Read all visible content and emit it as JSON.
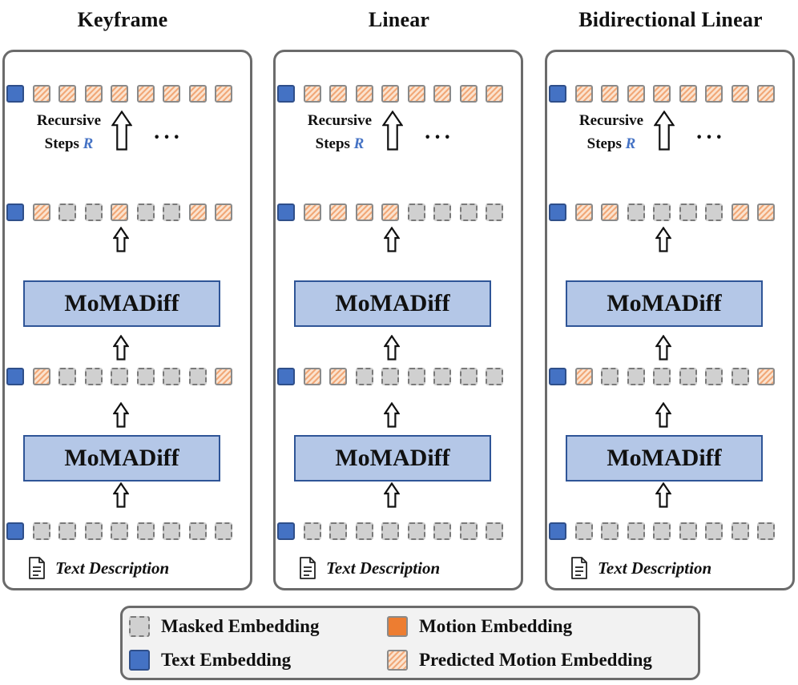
{
  "columns": [
    {
      "title": "Keyframe",
      "rows": {
        "top": [
          "text",
          "pred",
          "pred",
          "pred",
          "pred",
          "pred",
          "pred",
          "pred",
          "pred"
        ],
        "second": [
          "text",
          "pred",
          "masked",
          "masked",
          "pred",
          "masked",
          "masked",
          "pred",
          "pred"
        ],
        "third": [
          "text",
          "pred",
          "masked",
          "masked",
          "masked",
          "masked",
          "masked",
          "masked",
          "pred"
        ],
        "bottom": [
          "text",
          "masked",
          "masked",
          "masked",
          "masked",
          "masked",
          "masked",
          "masked",
          "masked"
        ]
      },
      "model_label": "MoMADiff",
      "recursive_label": "Recursive",
      "steps_label": "Steps",
      "steps_var": "R",
      "ellipsis": "···",
      "description": "Text Description"
    },
    {
      "title": "Linear",
      "rows": {
        "top": [
          "text",
          "pred",
          "pred",
          "pred",
          "pred",
          "pred",
          "pred",
          "pred",
          "pred"
        ],
        "second": [
          "text",
          "pred",
          "pred",
          "pred",
          "pred",
          "masked",
          "masked",
          "masked",
          "masked"
        ],
        "third": [
          "text",
          "pred",
          "pred",
          "masked",
          "masked",
          "masked",
          "masked",
          "masked",
          "masked"
        ],
        "bottom": [
          "text",
          "masked",
          "masked",
          "masked",
          "masked",
          "masked",
          "masked",
          "masked",
          "masked"
        ]
      },
      "model_label": "MoMADiff",
      "recursive_label": "Recursive",
      "steps_label": "Steps",
      "steps_var": "R",
      "ellipsis": "···",
      "description": "Text Description"
    },
    {
      "title": "Bidirectional Linear",
      "rows": {
        "top": [
          "text",
          "pred",
          "pred",
          "pred",
          "pred",
          "pred",
          "pred",
          "pred",
          "pred"
        ],
        "second": [
          "text",
          "pred",
          "pred",
          "masked",
          "masked",
          "masked",
          "masked",
          "pred",
          "pred"
        ],
        "third": [
          "text",
          "pred",
          "masked",
          "masked",
          "masked",
          "masked",
          "masked",
          "masked",
          "pred"
        ],
        "bottom": [
          "text",
          "masked",
          "masked",
          "masked",
          "masked",
          "masked",
          "masked",
          "masked",
          "masked"
        ]
      },
      "model_label": "MoMADiff",
      "recursive_label": "Recursive",
      "steps_label": "Steps",
      "steps_var": "R",
      "ellipsis": "···",
      "description": "Text Description"
    }
  ],
  "legend": {
    "masked": "Masked Embedding",
    "text": "Text Embedding",
    "motion": "Motion Embedding",
    "predicted": "Predicted Motion Embedding"
  },
  "colors": {
    "text_embedding": "#4472c4",
    "masked_embedding": "#d0d0d0",
    "motion_embedding": "#ed7d31",
    "predicted_stripe": "#f1a878",
    "model_box": "#b4c7e7"
  }
}
